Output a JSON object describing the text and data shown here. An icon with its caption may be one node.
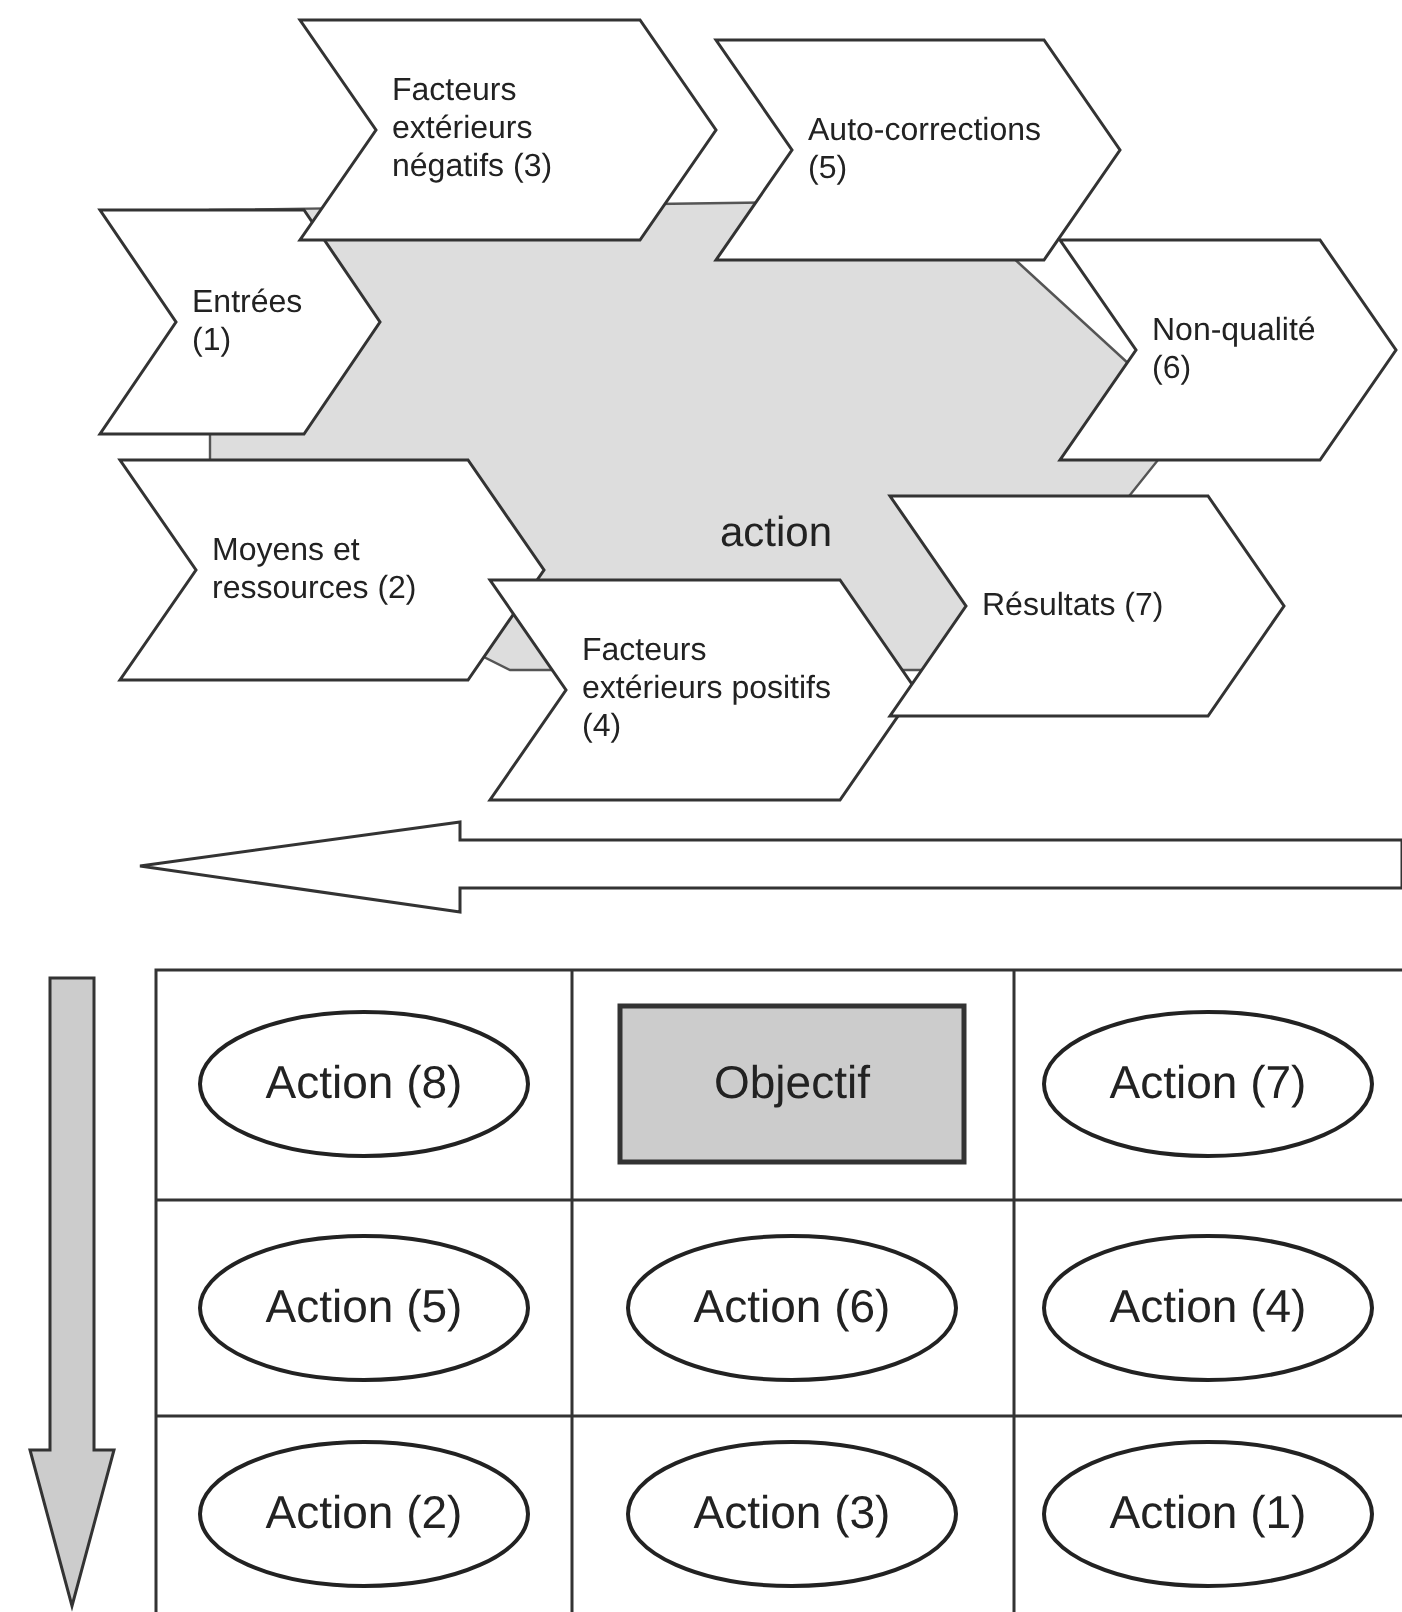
{
  "diagram": {
    "nodes": [
      {
        "text": [
          "action"
        ]
      },
      {
        "text": [
          "Entrées (1)"
        ]
      },
      {
        "text": [
          "Moyens et ressources (2)"
        ]
      },
      {
        "text": [
          "Facteurs extérieurs négatifs (3)"
        ]
      },
      {
        "text": [
          "Facteurs extérieurs positifs (4)"
        ]
      },
      {
        "text": [
          "Auto-corrections (5)"
        ]
      },
      {
        "text": [
          "Non-qualité (6)"
        ]
      },
      {
        "text": [
          "Résultats (7)"
        ]
      },
      {
        "text": [
          "Action (8)"
        ]
      },
      {
        "text": [
          "Objectif"
        ]
      },
      {
        "text": [
          "Action (7)"
        ]
      },
      {
        "text": [
          "Action (5)"
        ]
      },
      {
        "text": [
          "Action (6)"
        ]
      },
      {
        "text": [
          "Action (4)"
        ]
      },
      {
        "text": [
          "Action (2)"
        ]
      },
      {
        "text": [
          "Action (3)"
        ]
      },
      {
        "text": [
          "Action (1)"
        ]
      }
    ],
    "edges": []
  }
}
